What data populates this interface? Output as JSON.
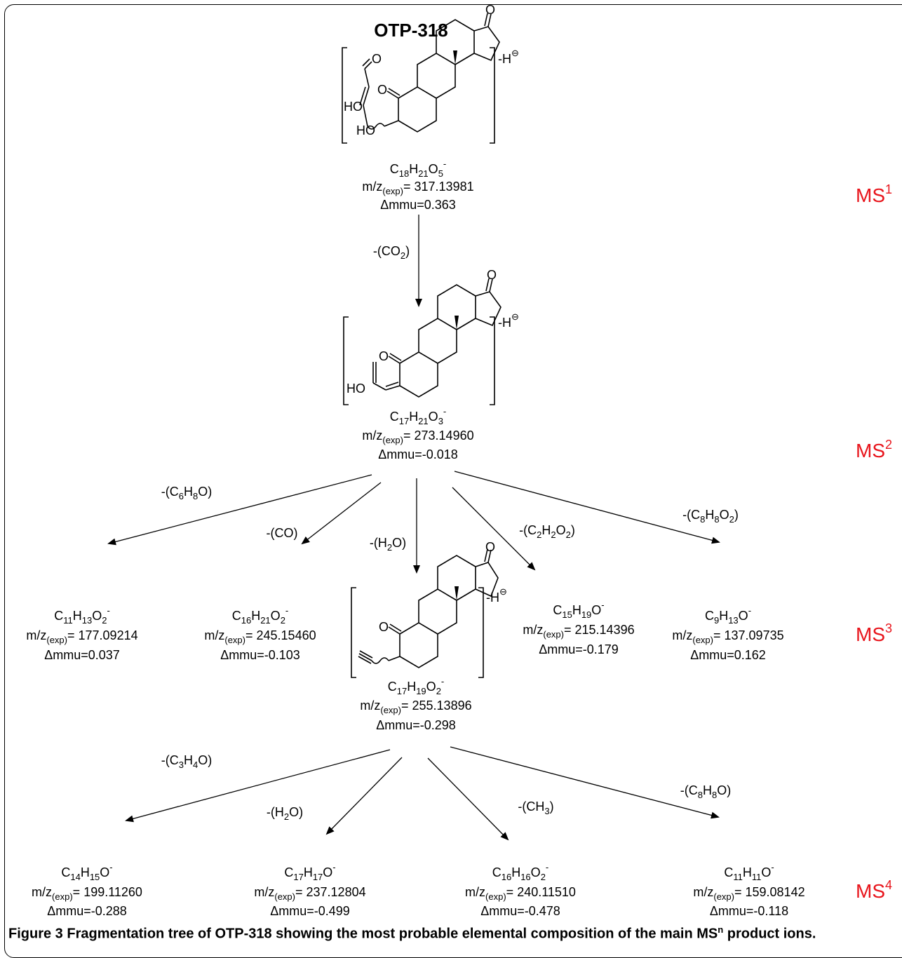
{
  "title": "OTP-318",
  "charge_label": "-H",
  "charge_symbol": "⊖",
  "stages": [
    {
      "base": "MS",
      "sup": "1"
    },
    {
      "base": "MS",
      "sup": "2"
    },
    {
      "base": "MS",
      "sup": "3"
    },
    {
      "base": "MS",
      "sup": "4"
    }
  ],
  "ions": {
    "parent": {
      "formula": [
        [
          "C",
          ""
        ],
        [
          "18",
          ""
        ],
        [
          "H",
          ""
        ],
        [
          "21",
          ""
        ],
        [
          "O",
          ""
        ],
        [
          "5",
          ""
        ]
      ],
      "mz": "317.13981",
      "dmmu": "Δmmu=0.363"
    },
    "ms2": {
      "mz": "273.14960",
      "dmmu": "Δmmu=-0.018"
    },
    "ms3": [
      {
        "mz": "177.09214",
        "dmmu": "Δmmu=0.037"
      },
      {
        "mz": "245.15460",
        "dmmu": "Δmmu=-0.103"
      },
      {
        "mz": "255.13896",
        "dmmu": "Δmmu=-0.298"
      },
      {
        "mz": "215.14396",
        "dmmu": "Δmmu=-0.179"
      },
      {
        "mz": "137.09735",
        "dmmu": "Δmmu=0.162"
      }
    ],
    "ms4": [
      {
        "mz": "199.11260",
        "dmmu": "Δmmu=-0.288"
      },
      {
        "mz": "237.12804",
        "dmmu": "Δmmu=-0.499"
      },
      {
        "mz": "240.11510",
        "dmmu": "Δmmu=-0.478"
      },
      {
        "mz": "159.08142",
        "dmmu": "Δmmu=-0.118"
      }
    ]
  },
  "mz_prefix": "m/z",
  "mz_sub": "(exp)",
  "mz_eq": "= ",
  "losses": {
    "co2": "-(CO2)",
    "c6h8o": "-(C6H8O)",
    "co": "-(CO)",
    "h2o": "-(H2O)",
    "c2h2o2": "-(C2H2O2)",
    "c8h8o2": "-(C8H8O2)",
    "c3h4o": "-(C3H4O)",
    "h2o_b": "-(H2O)",
    "ch3": "-(CH3)",
    "c8h8o": "-(C8H8O)"
  },
  "atoms": {
    "ho": "HO",
    "o": "O"
  },
  "caption": {
    "label": "Figure 3",
    "text": " Fragmentation tree of OTP-318 showing the most probable elemental composition of the main MS",
    "sup": "n",
    "tail": " product ions."
  }
}
